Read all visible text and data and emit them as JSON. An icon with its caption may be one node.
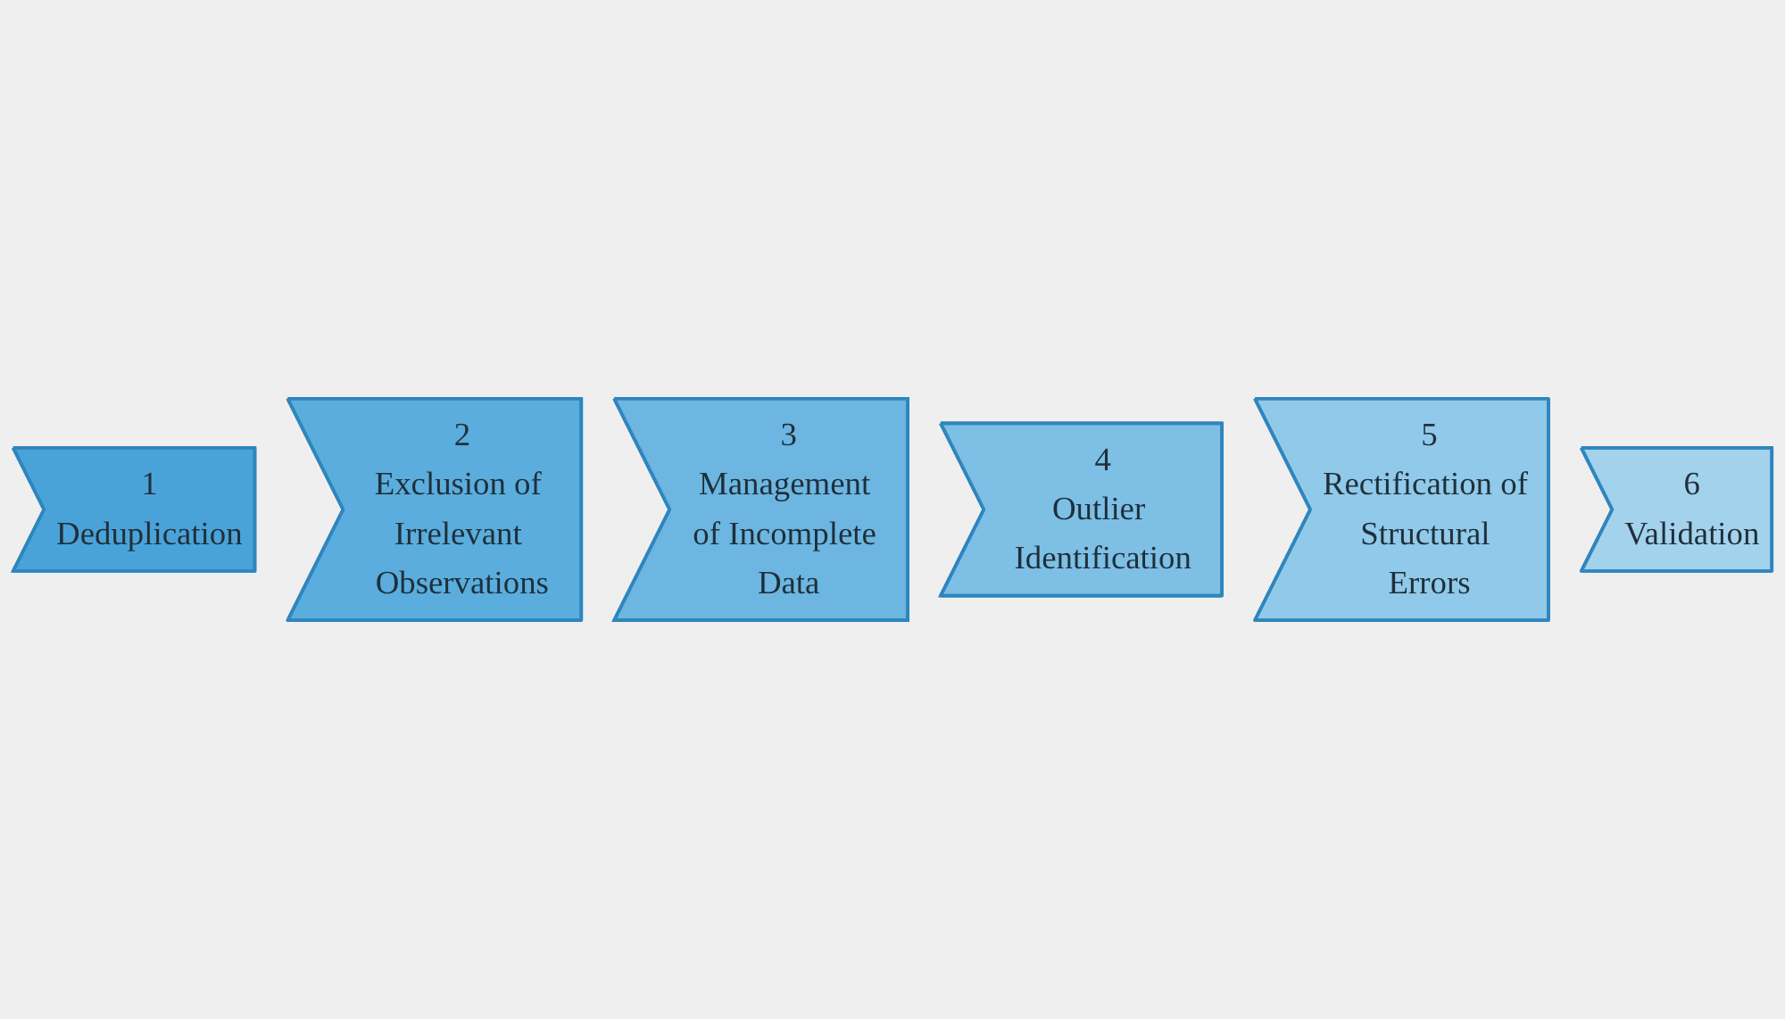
{
  "diagram": {
    "nodes": [
      {
        "text": [
          "1",
          "Deduplication"
        ]
      },
      {
        "text": [
          "2",
          "Exclusion of Irrelevant Observations"
        ]
      },
      {
        "text": [
          "3",
          "Management of Incomplete Data"
        ]
      },
      {
        "text": [
          "4",
          "Outlier Identification"
        ]
      },
      {
        "text": [
          "5",
          "Rectification of Structural Errors"
        ]
      },
      {
        "text": [
          "6",
          "Validation"
        ]
      }
    ]
  }
}
